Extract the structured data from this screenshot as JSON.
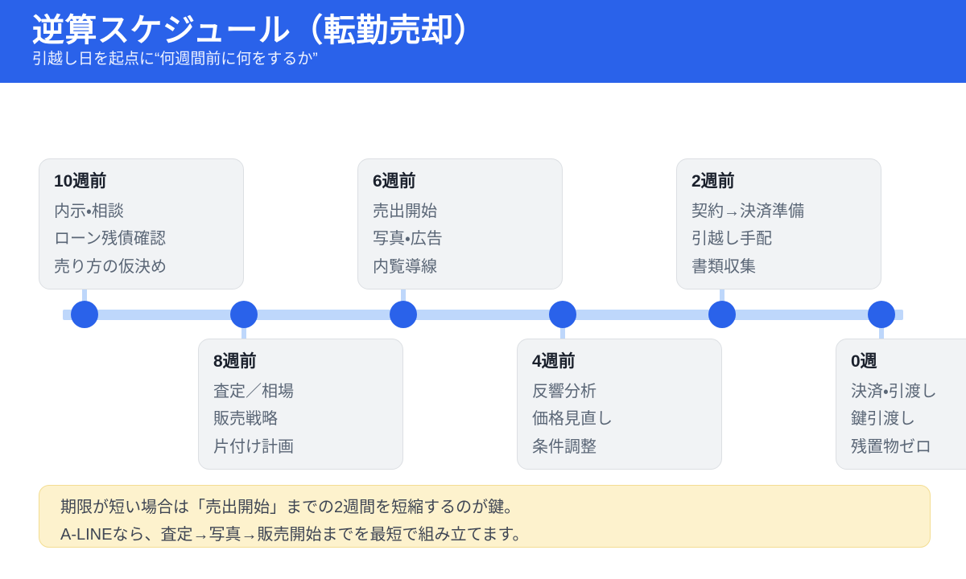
{
  "header": {
    "title": "逆算スケジュール（転勤売却）",
    "subtitle": "引越し日を起点に“何週間前に何をするか”",
    "bg_color": "#2a62ea",
    "title_color": "#ffffff"
  },
  "timeline": {
    "axis_color": "#bed7fb",
    "node_color": "#2a62ea",
    "node_count": 6,
    "card_bg": "#f1f3f5",
    "card_border": "#dcdfe3",
    "title_color": "#1a202c",
    "body_color": "#5a6676",
    "milestones": [
      {
        "id": "week-10",
        "position": "top",
        "title": "10週前",
        "items": [
          "内示・相談",
          "ローン残債確認",
          "売り方の仮決め"
        ]
      },
      {
        "id": "week-8",
        "position": "bottom",
        "title": "8週前",
        "items": [
          "査定／相場",
          "販売戦略",
          "片付け計画"
        ]
      },
      {
        "id": "week-6",
        "position": "top",
        "title": "6週前",
        "items": [
          "売出開始",
          "写真・広告",
          "内覧導線"
        ]
      },
      {
        "id": "week-4",
        "position": "bottom",
        "title": "4週前",
        "items": [
          "反響分析",
          "価格見直し",
          "条件調整"
        ]
      },
      {
        "id": "week-2",
        "position": "top",
        "title": "2週前",
        "items": [
          "契約→決済準備",
          "引越し手配",
          "書類収集"
        ]
      },
      {
        "id": "week-0",
        "position": "bottom",
        "title": "0週",
        "items": [
          "決済・引渡し",
          "鍵引渡し",
          "残置物ゼロ"
        ]
      }
    ]
  },
  "note": {
    "bg_color": "#fdf2cd",
    "border_color": "#f3dd92",
    "lines": [
      "期限が短い場合は「売出開始」までの2週間を短縮するのが鍵。",
      "A-LINEなら、査定→写真→販売開始までを最短で組み立てます。"
    ]
  }
}
